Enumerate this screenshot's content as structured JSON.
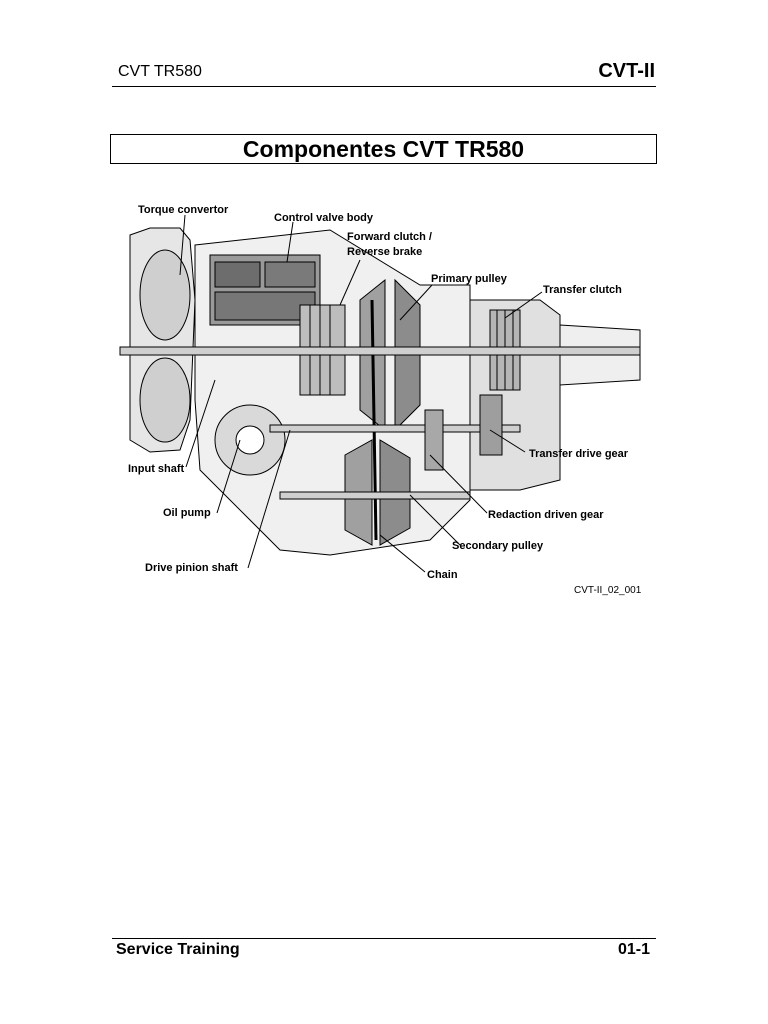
{
  "header": {
    "left": "CVT TR580",
    "right": "CVT-II"
  },
  "title": "Componentes CVT TR580",
  "diagram": {
    "labels": {
      "torque_convertor": "Torque convertor",
      "control_valve_body": "Control valve body",
      "forward_clutch_1": "Forward clutch /",
      "forward_clutch_2": "Reverse brake",
      "primary_pulley": "Primary pulley",
      "transfer_clutch": "Transfer clutch",
      "input_shaft": "Input shaft",
      "oil_pump": "Oil pump",
      "drive_pinion_shaft": "Drive pinion shaft",
      "transfer_drive_gear": "Transfer drive gear",
      "reduction_driven_gear": "Redaction driven gear",
      "secondary_pulley": "Secondary pulley",
      "chain": "Chain"
    },
    "figure_id": "CVT-II_02_001"
  },
  "footer": {
    "left": "Service Training",
    "right": "01-1"
  }
}
